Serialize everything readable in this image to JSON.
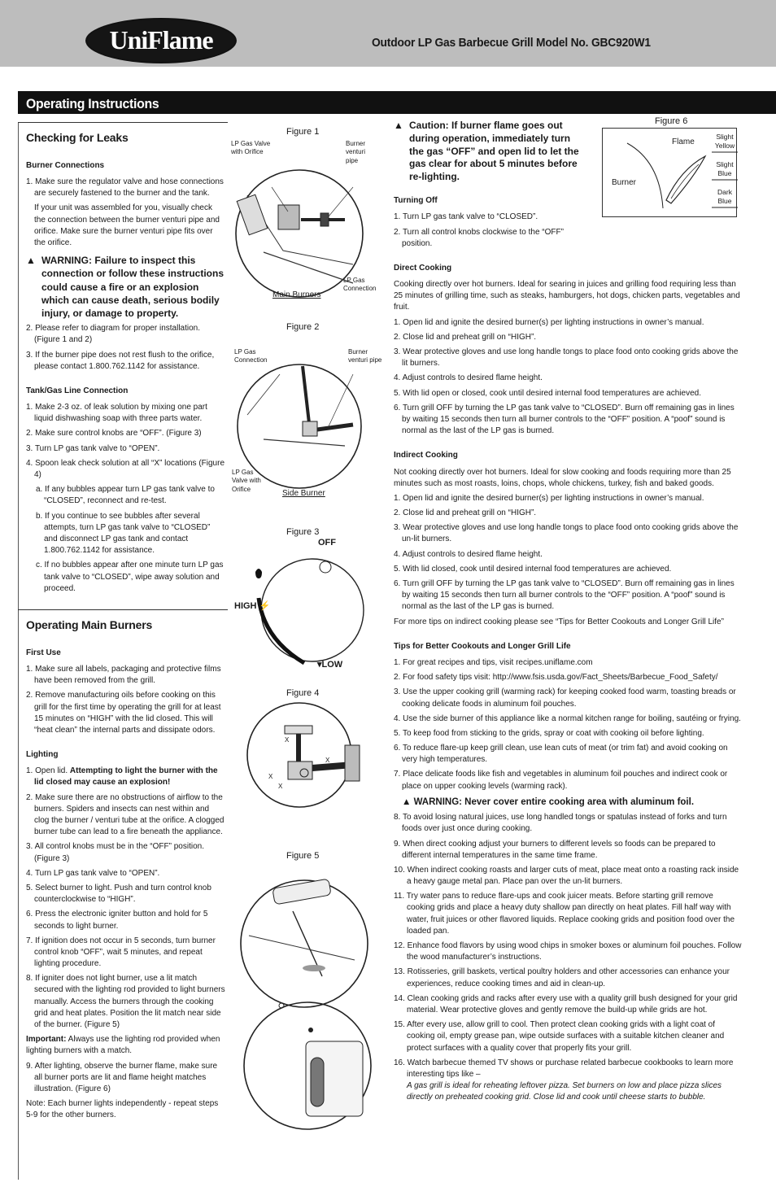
{
  "header": {
    "logo": "UniFlame",
    "title": "Outdoor LP Gas Barbecue Grill  Model No. GBC920W1"
  },
  "section_title": "Operating Instructions",
  "checking": {
    "title": "Checking for Leaks",
    "burner_heading": "Burner Connections",
    "items": [
      "1. Make sure the regulator valve and hose connections are securely fastened to the burner and the tank."
    ],
    "note": "If your unit was assembled for you, visually check the connection between the burner venturi pipe and orifice.  Make sure the burner venturi pipe fits over the orifice.",
    "warning": "WARNING: Failure to inspect this connection or follow these instructions could cause a fire or an explosion which can cause death, serious bodily injury, or damage to property.",
    "items2": [
      "2. Please refer to diagram for proper installation. (Figure 1 and 2)",
      "3. If the burner pipe does not rest flush to the orifice, please contact 1.800.762.1142 for assistance."
    ],
    "tank_heading": "Tank/Gas Line Connection",
    "tank_items": [
      "1. Make 2-3 oz. of leak solution by mixing one part liquid dishwashing soap with three parts water.",
      "2. Make sure control knobs are “OFF”.  (Figure 3)",
      "3. Turn LP gas tank valve to “OPEN”.",
      "4. Spoon leak check solution at all “X” locations (Figure 4)"
    ],
    "tank_sub": [
      "a. If any bubbles appear turn LP gas tank valve to “CLOSED”, reconnect and re-test.",
      "b. If you continue to see bubbles after several attempts, turn LP gas tank valve to “CLOSED” and disconnect LP gas tank and contact 1.800.762.1142 for assistance.",
      "c. If no bubbles appear after one minute turn LP gas tank valve to “CLOSED”, wipe away solution and proceed."
    ]
  },
  "operating": {
    "title": "Operating Main Burners",
    "first_heading": "First Use",
    "first_items": [
      "1. Make sure all labels, packaging and protective films have been removed from the grill.",
      "2. Remove manufacturing oils before cooking on this grill for the first time by operating the grill for at least 15 minutes on “HIGH” with the lid closed. This will “heat clean” the internal parts and dissipate odors."
    ],
    "lighting_heading": "Lighting",
    "l1_prefix": "1. Open lid. ",
    "l1_bold": "Attempting to light the burner with the lid closed may cause an explosion!",
    "lighting_items": [
      "2. Make sure there are no obstructions of airflow to the burners. Spiders and insects can nest within and clog the burner / venturi tube at the orifice.  A clogged burner tube can lead to a fire beneath the appliance.",
      "3. All control knobs must be in the “OFF” position. (Figure 3)",
      "4. Turn LP gas tank valve to “OPEN”.",
      "5. Select burner to light. Push and turn control knob counterclockwise to “HIGH”.",
      "6. Press the electronic igniter button and hold for 5 seconds to light burner.",
      "7. If ignition does not occur in 5 seconds, turn burner control knob “OFF”, wait 5 minutes, and repeat lighting procedure.",
      "8. If igniter does not light burner, use a lit match secured with the lighting rod provided to light burners manually. Access the burners through the cooking grid and heat plates. Position the lit match near side of the burner.  (Figure 5)"
    ],
    "important_label": "Important:",
    "important_text": " Always use the lighting rod provided when lighting burners with a match.",
    "item9": "9. After lighting, observe the burner flame, make sure all burner ports are lit and flame height matches illustration. (Figure 6)",
    "note": "Note: Each burner lights independently - repeat steps 5-9 for the other burners."
  },
  "figures": {
    "f1": "Figure 1",
    "f1_valve": "LP Gas Valve with Orifice",
    "f1_venturi": "Burner venturi pipe",
    "f1_conn": "LP Gas Connection",
    "f1_main": "Main Burners",
    "f2": "Figure 2",
    "f2_conn": "LP Gas Connection",
    "f2_venturi": "Burner venturi pipe",
    "f2_valve": "LP Gas Valve with Orifice",
    "f2_side": "Side Burner",
    "f3": "Figure 3",
    "f3_off": "OFF",
    "f3_high": "HIGH",
    "f3_low": "LOW",
    "f4": "Figure 4",
    "x": "X",
    "f5": "Figure 5",
    "f6": "Figure 6",
    "f6_flame": "Flame",
    "f6_burner": "Burner",
    "f6_sy": "Slight Yellow",
    "f6_sb": "Slight Blue",
    "f6_db": "Dark Blue"
  },
  "right": {
    "caution": "Caution: If burner flame goes out during operation, immediately turn the gas “OFF” and open lid to let the gas clear for about 5 minutes before re-lighting.",
    "turning_heading": "Turning Off",
    "turning_items": [
      "1. Turn LP gas tank valve to “CLOSED”.",
      "2. Turn all control knobs clockwise to the “OFF” position."
    ],
    "direct_heading": "Direct Cooking",
    "direct_intro": "Cooking directly over hot burners. Ideal for searing in juices and grilling food requiring less than 25 minutes of grilling time, such as steaks, hamburgers, hot dogs, chicken parts, vegetables and fruit.",
    "direct_items": [
      "1. Open lid and ignite the desired burner(s) per lighting instructions in owner’s manual.",
      "2. Close lid and preheat grill on “HIGH”.",
      "3. Wear protective gloves and use long handle tongs to place food onto cooking grids above the lit burners.",
      "4. Adjust controls to desired flame height.",
      "5. With lid open or closed, cook until desired internal food temperatures are achieved.",
      "6. Turn grill OFF by turning the LP gas tank valve to “CLOSED”. Burn off remaining gas in lines by waiting 15 seconds then turn all burner controls to the “OFF” position. A “poof” sound is normal as the last of the LP gas is burned."
    ],
    "indirect_heading": "Indirect Cooking",
    "indirect_intro": "Not cooking directly over hot burners. Ideal for slow cooking and foods requiring more than 25 minutes such as most roasts, loins, chops, whole chickens, turkey, fish and baked goods.",
    "indirect_items": [
      "1. Open lid and ignite the desired burner(s) per lighting instructions in owner’s manual.",
      "2. Close lid and preheat grill on “HIGH”.",
      "3. Wear protective gloves and use long handle tongs to place food onto cooking grids above the un-lit burners.",
      "4. Adjust controls to desired flame height.",
      "5. With lid closed, cook until desired internal food temperatures are achieved.",
      "6. Turn grill OFF by turning the LP gas tank valve to “CLOSED”. Burn off remaining gas in lines by waiting 15 seconds then turn all burner controls to the “OFF” position. A “poof” sound is normal as the last of the LP gas is burned."
    ],
    "indirect_more": "For more tips on indirect cooking please see “Tips for Better Cookouts and Longer Grill Life”",
    "tips_heading": "Tips for Better Cookouts and Longer Grill Life",
    "tips_a": [
      "1. For great recipes and tips, visit recipes.uniflame.com",
      "2. For food safety tips visit: http://www.fsis.usda.gov/Fact_Sheets/Barbecue_Food_Safety/",
      "3. Use the upper cooking grill (warming rack) for keeping cooked food warm, toasting breads or cooking delicate foods in aluminum foil pouches.",
      "4. Use the side burner of this appliance like a normal kitchen range for boiling, sautéing or frying.",
      "5. To keep food from sticking to the grids, spray or coat with cooking oil before lighting.",
      "6. To reduce flare-up keep grill clean, use lean cuts of meat (or trim fat) and avoid cooking on very high temperatures.",
      "7. Place delicate foods like fish and vegetables in aluminum foil pouches and indirect cook or place on upper cooking levels (warming rack)."
    ],
    "tips_warning": "WARNING: Never cover entire cooking area with aluminum foil.",
    "tips_b": [
      "8. To avoid losing natural juices, use long handled tongs or spatulas instead of forks and turn foods over just once during cooking.",
      "9. When direct cooking adjust your burners to different levels so foods can be prepared to different internal temperatures in the same time frame.",
      "10. When indirect cooking roasts and larger cuts of meat, place meat onto a roasting rack inside a heavy gauge metal pan. Place pan over the un-lit burners.",
      "11. Try water pans to reduce flare-ups and cook juicer meats. Before starting grill remove cooking grids and place a heavy duty shallow pan directly on heat plates. Fill half way with water, fruit juices or other flavored liquids. Replace cooking grids and position food over the loaded pan.",
      "12. Enhance food flavors by using wood chips in smoker boxes or aluminum foil pouches. Follow the wood manufacturer’s instructions.",
      "13. Rotisseries, grill baskets, vertical poultry holders and other accessories can enhance your experiences, reduce cooking times and aid in clean-up.",
      "14. Clean cooking grids and racks after every use with a quality grill bush designed for your grid material. Wear protective gloves and gently remove the build-up while grids are hot.",
      "15. After every use, allow grill to cool. Then protect clean cooking grids with a light coat of cooking oil, empty grease pan, wipe outside surfaces with a suitable kitchen cleaner and protect surfaces with a quality cover that properly fits your grill.",
      "16. Watch barbecue themed TV shows or purchase related barbecue cookbooks to learn more interesting tips like –"
    ],
    "tips_italic": "A gas grill is ideal for reheating leftover pizza. Set burners on low and place pizza slices directly on preheated cooking grid. Close lid and cook until cheese starts to bubble."
  }
}
